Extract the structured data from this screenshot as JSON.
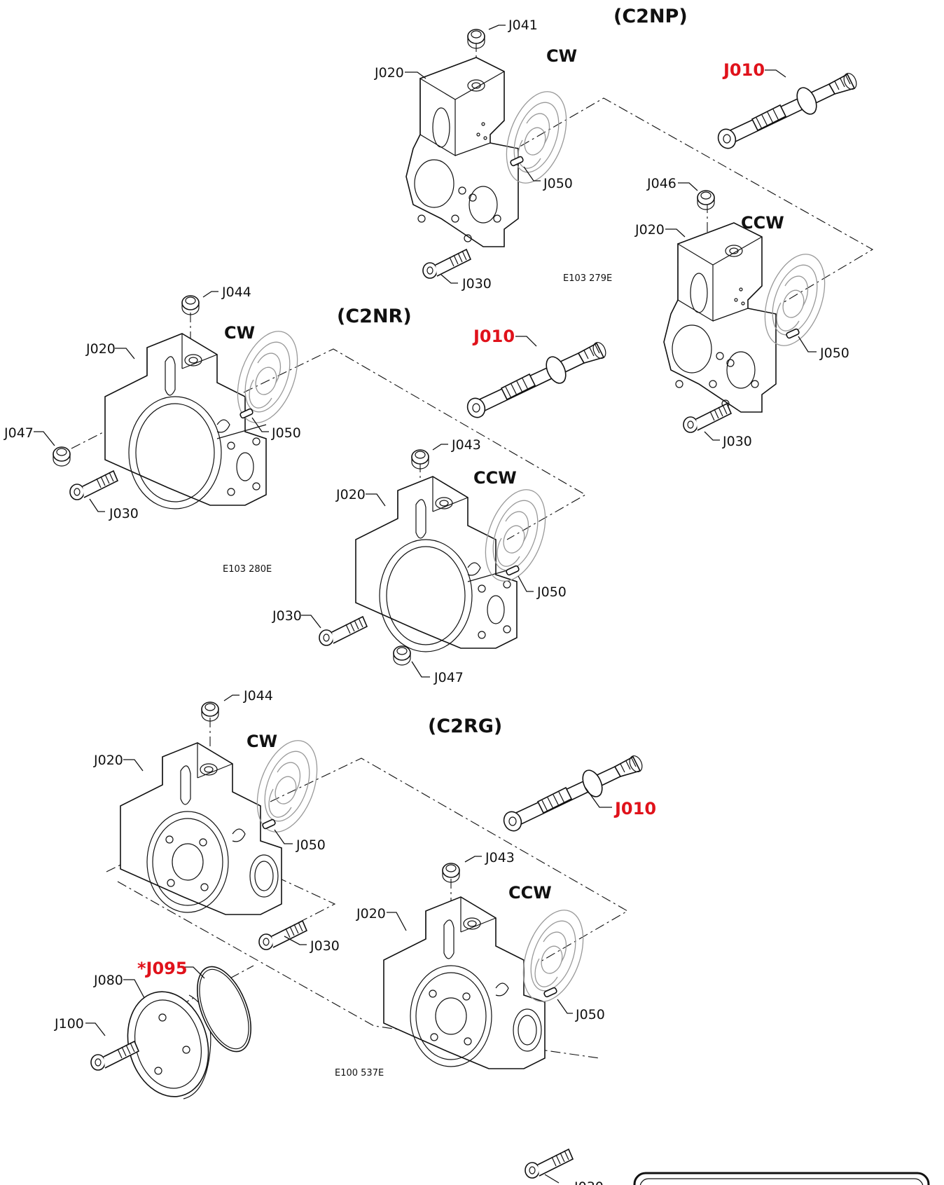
{
  "sections": [
    {
      "title": "(C2NP)",
      "ref": "E103 279E"
    },
    {
      "title": "(C2NR)",
      "ref": "E103 280E"
    },
    {
      "title": "(C2RG)",
      "ref": "E100 537E"
    }
  ],
  "directions": {
    "cw": "CW",
    "ccw": "CCW"
  },
  "parts": {
    "j010": "J010",
    "j020": "J020",
    "j030": "J030",
    "j041": "J041",
    "j043": "J043",
    "j044": "J044",
    "j046": "J046",
    "j047": "J047",
    "j050": "J050",
    "j080": "J080",
    "j095": "*J095",
    "j100": "J100"
  },
  "colors": {
    "highlight": "#e0121b",
    "line": "#111111",
    "faded": "#999999"
  }
}
